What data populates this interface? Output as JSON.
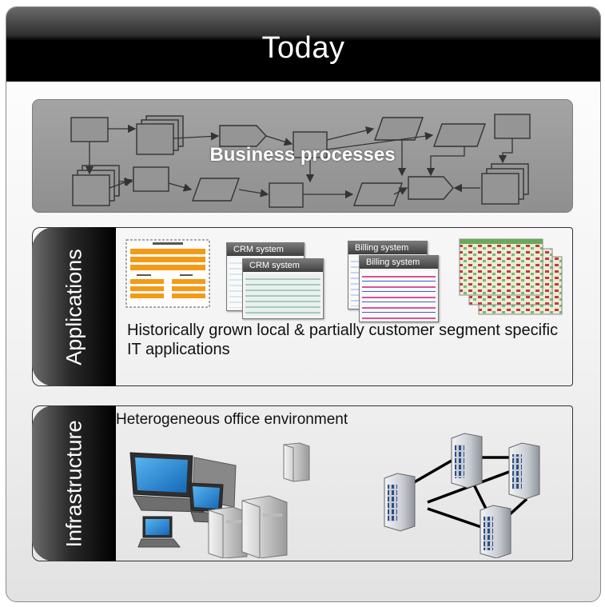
{
  "header": {
    "title": "Today"
  },
  "business": {
    "label": "Business processes"
  },
  "applications": {
    "side_label": "Applications",
    "description": "Historically grown local & partially customer segment specific IT applications",
    "crm_back_label": "CRM system",
    "crm_front_label": "CRM system",
    "billing_back_label": "Billing system",
    "billing_front_label": "Billing system"
  },
  "infrastructure": {
    "side_label": "Infrastructure",
    "description": "Heterogeneous office environment"
  },
  "colors": {
    "header": "#000000",
    "process_panel": "#9a9a9a",
    "form_fields": "#f59a16",
    "layer_label": "#000000"
  }
}
